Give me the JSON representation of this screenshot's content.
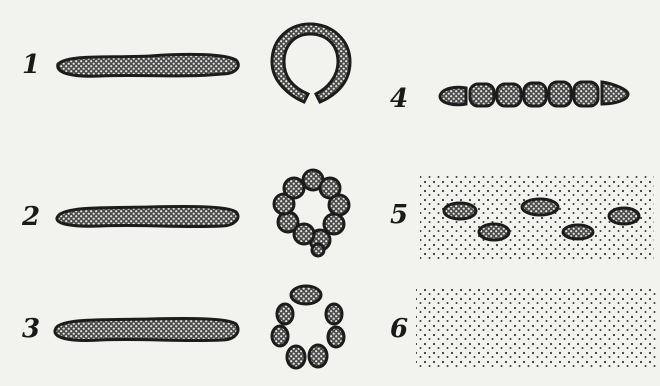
{
  "figure": {
    "labels": [
      "1",
      "2",
      "3",
      "4",
      "5",
      "6"
    ],
    "colors": {
      "ink": "#1c1c1c",
      "paper": "#f2f2ef",
      "stipple": "#2a2a2a"
    }
  }
}
